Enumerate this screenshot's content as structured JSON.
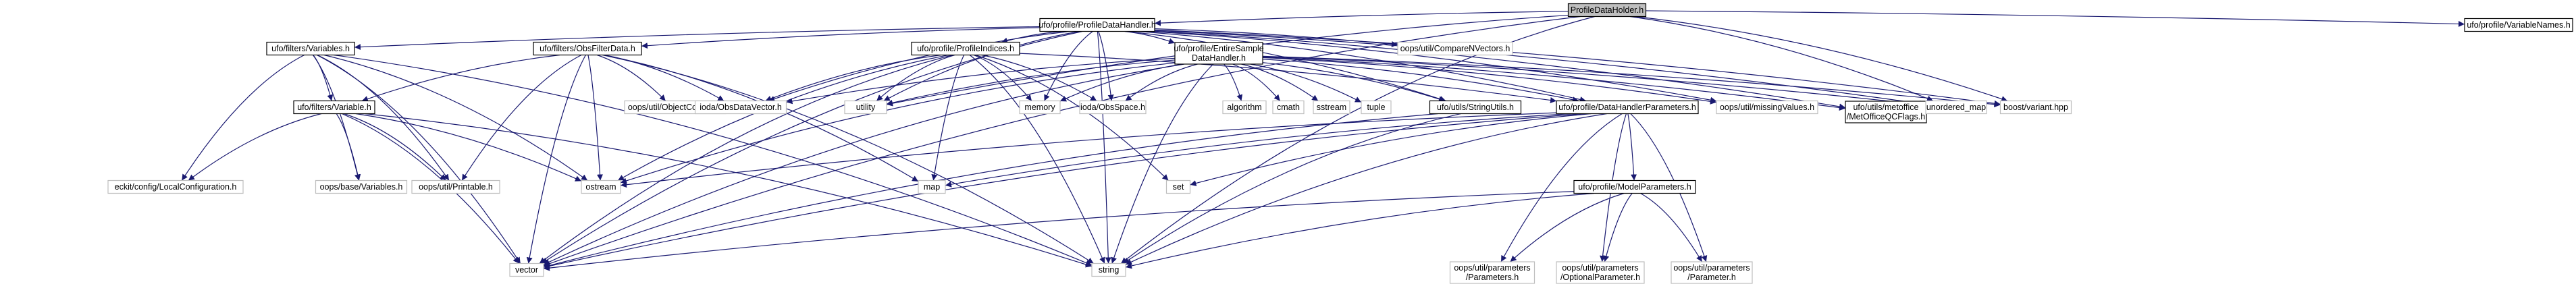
{
  "diagram": {
    "type": "include-dependency-graph",
    "colors": {
      "edge": "#191970",
      "root_fill": "#bfbfbf",
      "root_stroke": "#000000",
      "node_fill": "#ffffff",
      "node_stroke": "#000000",
      "external_stroke": "#bfbfbf"
    },
    "nodes": [
      {
        "id": "root",
        "lines": [
          "ProfileDataHolder.h"
        ],
        "kind": "root"
      },
      {
        "id": "pdh",
        "lines": [
          "ufo/profile/ProfileDataHandler.h"
        ],
        "kind": "local"
      },
      {
        "id": "varnames",
        "lines": [
          "ufo/profile/VariableNames.h"
        ],
        "kind": "local"
      },
      {
        "id": "variables",
        "lines": [
          "ufo/filters/Variables.h"
        ],
        "kind": "local"
      },
      {
        "id": "obsfilterdata",
        "lines": [
          "ufo/filters/ObsFilterData.h"
        ],
        "kind": "local"
      },
      {
        "id": "profileindices",
        "lines": [
          "ufo/profile/ProfileIndices.h"
        ],
        "kind": "local"
      },
      {
        "id": "entiresample",
        "lines": [
          "ufo/profile/EntireSample",
          "DataHandler.h"
        ],
        "kind": "local"
      },
      {
        "id": "comparenvectors",
        "lines": [
          "oops/util/CompareNVectors.h"
        ],
        "kind": "external"
      },
      {
        "id": "variable",
        "lines": [
          "ufo/filters/Variable.h"
        ],
        "kind": "local"
      },
      {
        "id": "objectcounter",
        "lines": [
          "oops/util/ObjectCounter.h"
        ],
        "kind": "external"
      },
      {
        "id": "iodaobsdatavector",
        "lines": [
          "ioda/ObsDataVector.h"
        ],
        "kind": "external"
      },
      {
        "id": "utility",
        "lines": [
          "utility"
        ],
        "kind": "external"
      },
      {
        "id": "memory",
        "lines": [
          "memory"
        ],
        "kind": "external"
      },
      {
        "id": "iodaobsspace",
        "lines": [
          "ioda/ObsSpace.h"
        ],
        "kind": "external"
      },
      {
        "id": "algorithm",
        "lines": [
          "algorithm"
        ],
        "kind": "external"
      },
      {
        "id": "cmath",
        "lines": [
          "cmath"
        ],
        "kind": "external"
      },
      {
        "id": "sstream",
        "lines": [
          "sstream"
        ],
        "kind": "external"
      },
      {
        "id": "tuple",
        "lines": [
          "tuple"
        ],
        "kind": "external"
      },
      {
        "id": "stringutils",
        "lines": [
          "ufo/utils/StringUtils.h"
        ],
        "kind": "local"
      },
      {
        "id": "dhparams",
        "lines": [
          "ufo/profile/DataHandlerParameters.h"
        ],
        "kind": "local"
      },
      {
        "id": "missingvalues",
        "lines": [
          "oops/util/missingValues.h"
        ],
        "kind": "external"
      },
      {
        "id": "metofficeqc",
        "lines": [
          "ufo/utils/metoffice",
          "/MetOfficeQCFlags.h"
        ],
        "kind": "local"
      },
      {
        "id": "unorderedmap",
        "lines": [
          "unordered_map"
        ],
        "kind": "external"
      },
      {
        "id": "boostvariant",
        "lines": [
          "boost/variant.hpp"
        ],
        "kind": "external"
      },
      {
        "id": "ecklocalconf",
        "lines": [
          "eckit/config/LocalConfiguration.h"
        ],
        "kind": "external"
      },
      {
        "id": "oopsvariables",
        "lines": [
          "oops/base/Variables.h"
        ],
        "kind": "external"
      },
      {
        "id": "printable",
        "lines": [
          "oops/util/Printable.h"
        ],
        "kind": "external"
      },
      {
        "id": "ostream",
        "lines": [
          "ostream"
        ],
        "kind": "external"
      },
      {
        "id": "map",
        "lines": [
          "map"
        ],
        "kind": "external"
      },
      {
        "id": "set",
        "lines": [
          "set"
        ],
        "kind": "external"
      },
      {
        "id": "modelparams",
        "lines": [
          "ufo/profile/ModelParameters.h"
        ],
        "kind": "local"
      },
      {
        "id": "vector",
        "lines": [
          "vector"
        ],
        "kind": "external"
      },
      {
        "id": "string",
        "lines": [
          "string"
        ],
        "kind": "external"
      },
      {
        "id": "params",
        "lines": [
          "oops/util/parameters",
          "/Parameters.h"
        ],
        "kind": "external"
      },
      {
        "id": "optparam",
        "lines": [
          "oops/util/parameters",
          "/OptionalParameter.h"
        ],
        "kind": "external"
      },
      {
        "id": "param",
        "lines": [
          "oops/util/parameters",
          "/Parameter.h"
        ],
        "kind": "external"
      }
    ],
    "edges": [
      [
        "root",
        "pdh"
      ],
      [
        "root",
        "varnames"
      ],
      [
        "root",
        "boostvariant"
      ],
      [
        "root",
        "unorderedmap"
      ],
      [
        "root",
        "vector"
      ],
      [
        "root",
        "string"
      ],
      [
        "root",
        "utility"
      ],
      [
        "pdh",
        "variables"
      ],
      [
        "pdh",
        "obsfilterdata"
      ],
      [
        "pdh",
        "profileindices"
      ],
      [
        "pdh",
        "entiresample"
      ],
      [
        "pdh",
        "comparenvectors"
      ],
      [
        "pdh",
        "iodaobsdatavector"
      ],
      [
        "pdh",
        "utility"
      ],
      [
        "pdh",
        "memory"
      ],
      [
        "pdh",
        "iodaobsspace"
      ],
      [
        "pdh",
        "stringutils"
      ],
      [
        "pdh",
        "dhparams"
      ],
      [
        "pdh",
        "missingvalues"
      ],
      [
        "pdh",
        "metofficeqc"
      ],
      [
        "pdh",
        "unorderedmap"
      ],
      [
        "pdh",
        "boostvariant"
      ],
      [
        "pdh",
        "vector"
      ],
      [
        "pdh",
        "string"
      ],
      [
        "variables",
        "variable"
      ],
      [
        "variables",
        "ecklocalconf"
      ],
      [
        "variables",
        "oopsvariables"
      ],
      [
        "variables",
        "printable"
      ],
      [
        "variables",
        "ostream"
      ],
      [
        "variables",
        "vector"
      ],
      [
        "variables",
        "string"
      ],
      [
        "obsfilterdata",
        "variable"
      ],
      [
        "obsfilterdata",
        "objectcounter"
      ],
      [
        "obsfilterdata",
        "iodaobsdatavector"
      ],
      [
        "obsfilterdata",
        "printable"
      ],
      [
        "obsfilterdata",
        "ostream"
      ],
      [
        "obsfilterdata",
        "map"
      ],
      [
        "obsfilterdata",
        "vector"
      ],
      [
        "obsfilterdata",
        "string"
      ],
      [
        "profileindices",
        "iodaobsdatavector"
      ],
      [
        "profileindices",
        "utility"
      ],
      [
        "profileindices",
        "memory"
      ],
      [
        "profileindices",
        "iodaobsspace"
      ],
      [
        "profileindices",
        "dhparams"
      ],
      [
        "profileindices",
        "ostream"
      ],
      [
        "profileindices",
        "map"
      ],
      [
        "profileindices",
        "set"
      ],
      [
        "profileindices",
        "vector"
      ],
      [
        "profileindices",
        "string"
      ],
      [
        "entiresample",
        "iodaobsdatavector"
      ],
      [
        "entiresample",
        "utility"
      ],
      [
        "entiresample",
        "memory"
      ],
      [
        "entiresample",
        "iodaobsspace"
      ],
      [
        "entiresample",
        "algorithm"
      ],
      [
        "entiresample",
        "cmath"
      ],
      [
        "entiresample",
        "sstream"
      ],
      [
        "entiresample",
        "tuple"
      ],
      [
        "entiresample",
        "stringutils"
      ],
      [
        "entiresample",
        "dhparams"
      ],
      [
        "entiresample",
        "missingvalues"
      ],
      [
        "entiresample",
        "metofficeqc"
      ],
      [
        "entiresample",
        "unorderedmap"
      ],
      [
        "entiresample",
        "boostvariant"
      ],
      [
        "entiresample",
        "ostream"
      ],
      [
        "entiresample",
        "vector"
      ],
      [
        "entiresample",
        "string"
      ],
      [
        "variable",
        "ecklocalconf"
      ],
      [
        "variable",
        "oopsvariables"
      ],
      [
        "variable",
        "printable"
      ],
      [
        "variable",
        "ostream"
      ],
      [
        "variable",
        "vector"
      ],
      [
        "variable",
        "string"
      ],
      [
        "stringutils",
        "vector"
      ],
      [
        "stringutils",
        "string"
      ],
      [
        "dhparams",
        "modelparams"
      ],
      [
        "dhparams",
        "params"
      ],
      [
        "dhparams",
        "optparam"
      ],
      [
        "dhparams",
        "param"
      ],
      [
        "dhparams",
        "ostream"
      ],
      [
        "dhparams",
        "map"
      ],
      [
        "dhparams",
        "set"
      ],
      [
        "dhparams",
        "vector"
      ],
      [
        "dhparams",
        "string"
      ],
      [
        "modelparams",
        "params"
      ],
      [
        "modelparams",
        "optparam"
      ],
      [
        "modelparams",
        "param"
      ],
      [
        "modelparams",
        "vector"
      ],
      [
        "modelparams",
        "string"
      ]
    ]
  }
}
